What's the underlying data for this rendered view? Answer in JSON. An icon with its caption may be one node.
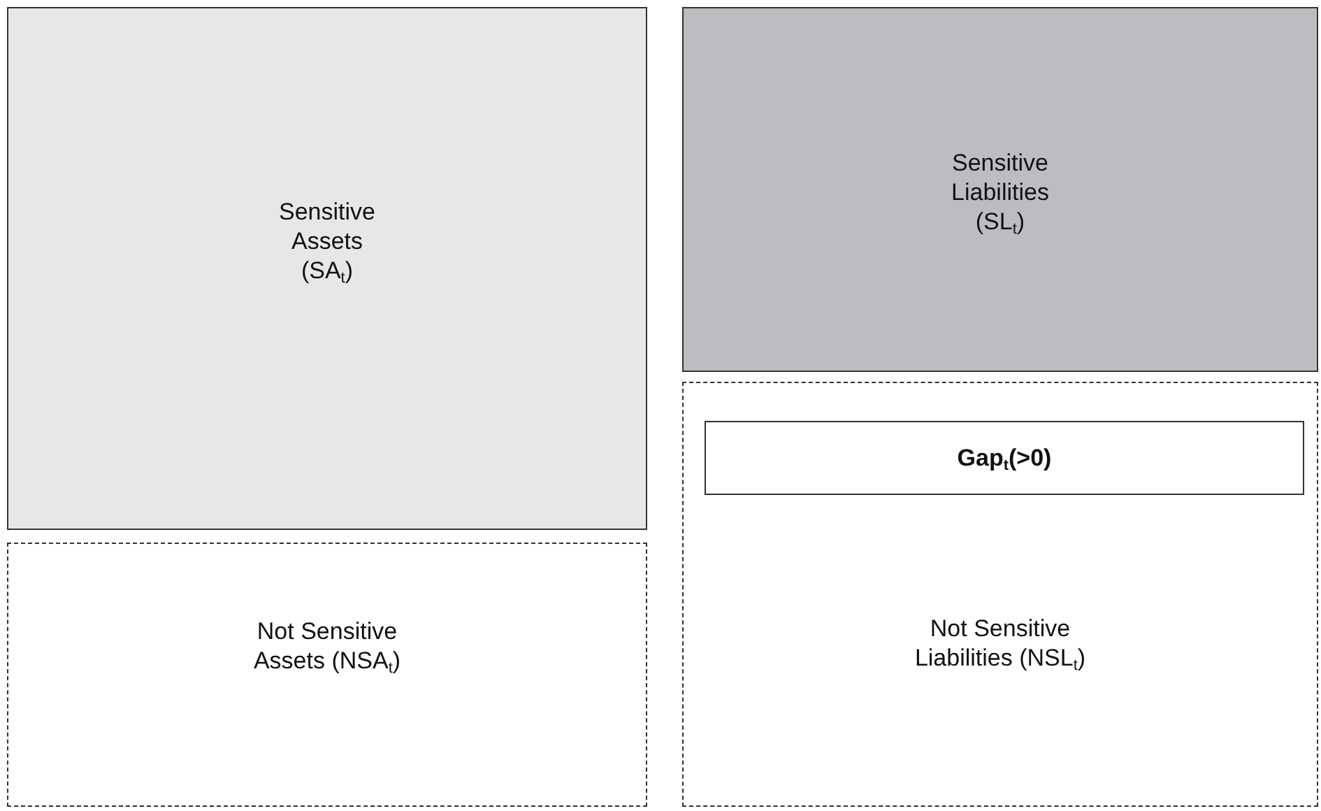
{
  "diagram": {
    "nodes": [
      {
        "text": [
          "Sensitive Assets (SA$_{t}$)"
        ]
      },
      {
        "text": [
          "Sensitive Liabilities (SL$_{t}$)"
        ]
      },
      {
        "text": [
          "Not Sensitive Assets (NSA$_{t}$)"
        ]
      },
      {
        "text": [
          "Not Sensitive Liabilities (NSL$_{t}$)"
        ]
      },
      {
        "text": [
          "Gap$_{t}$(>0)"
        ],
        "in": 3
      }
    ]
  }
}
